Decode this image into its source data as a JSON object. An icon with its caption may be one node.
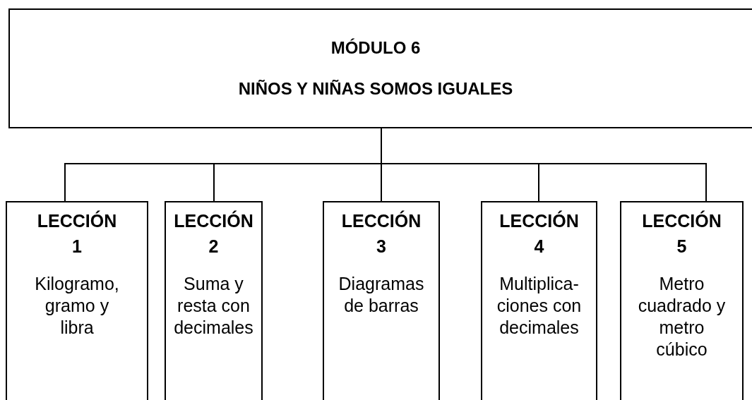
{
  "diagram": {
    "nodes": [
      {
        "text": [
          "MÓDULO 6",
          "NIÑOS Y NIÑAS SOMOS IGUALES"
        ]
      },
      {
        "text": [
          "LECCIÓN 1",
          "Kilogramo, gramo y libra"
        ]
      },
      {
        "text": [
          "LECCIÓN 2",
          "Suma y resta con decimales"
        ]
      },
      {
        "text": [
          "LECCIÓN 3",
          "Diagramas de barras"
        ]
      },
      {
        "text": [
          "LECCIÓN 4",
          "Multiplica-ciones con decimales"
        ]
      },
      {
        "text": [
          "LECCIÓN 5",
          "Metro cuadrado y metro cúbico"
        ]
      }
    ],
    "edges": [
      {
        "from": 0,
        "to": 1,
        "arrow": "none"
      },
      {
        "from": 0,
        "to": 2,
        "arrow": "none"
      },
      {
        "from": 0,
        "to": 3,
        "arrow": "none"
      },
      {
        "from": 0,
        "to": 4,
        "arrow": "none"
      },
      {
        "from": 0,
        "to": 5,
        "arrow": "none"
      }
    ]
  }
}
